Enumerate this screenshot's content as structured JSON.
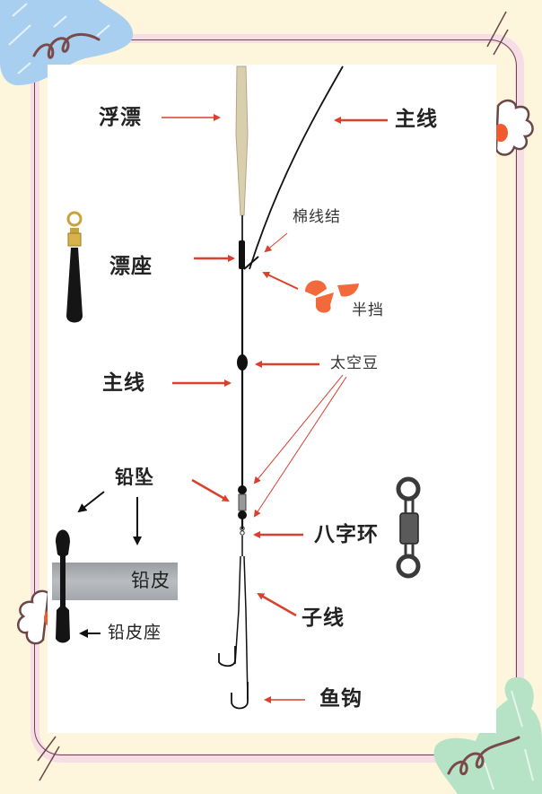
{
  "diagram": {
    "title": "",
    "colors": {
      "background": "#fdf6dc",
      "frame_pink": "#f7dde6",
      "frame_line": "#6b4748",
      "panel": "#ffffff",
      "arrow_red": "#d9412e",
      "arrow_black": "#111111",
      "deco_blue": "#a9cff0",
      "deco_green": "#b6e3c6",
      "deco_orange": "#ef5a2f",
      "float_body": "#d9cfae",
      "bean_orange": "#f26a3c"
    },
    "labels": {
      "float": "浮漂",
      "main_line_top": "主线",
      "cotton_knot": "棉线结",
      "float_seat": "漂座",
      "half_stopper": "半挡",
      "space_bean": "太空豆",
      "main_line_mid": "主线",
      "sinker": "铅坠",
      "lead_sheet": "铅皮",
      "lead_sheet_seat": "铅皮座",
      "swivel": "八字环",
      "sub_line": "子线",
      "hook": "鱼钩"
    },
    "components": [
      {
        "id": "float",
        "label": "浮漂",
        "arrow": "red",
        "direction": "right"
      },
      {
        "id": "main_line_top",
        "label": "主线",
        "arrow": "red",
        "direction": "left"
      },
      {
        "id": "cotton_knot",
        "label": "棉线结",
        "arrow": "red-thin",
        "direction": "down-left"
      },
      {
        "id": "float_seat",
        "label": "漂座",
        "arrow": "red",
        "direction": "right"
      },
      {
        "id": "half_stopper",
        "label": "半挡",
        "arrow": "red",
        "direction": "up-left"
      },
      {
        "id": "space_bean",
        "label": "太空豆",
        "arrow": "red",
        "direction": "left",
        "extra_arrows": 2
      },
      {
        "id": "main_line_mid",
        "label": "主线",
        "arrow": "red",
        "direction": "right"
      },
      {
        "id": "sinker",
        "label": "铅坠",
        "arrow": "red",
        "direction": "down-right"
      },
      {
        "id": "lead_sheet",
        "label": "铅皮",
        "arrow": "black",
        "direction": "down"
      },
      {
        "id": "lead_sheet_seat",
        "label": "铅皮座",
        "arrow": "black",
        "direction": "left"
      },
      {
        "id": "swivel",
        "label": "八字环",
        "arrow": "red",
        "direction": "left"
      },
      {
        "id": "sub_line",
        "label": "子线",
        "arrow": "red",
        "direction": "up-left"
      },
      {
        "id": "hook",
        "label": "鱼钩",
        "arrow": "red",
        "direction": "left"
      }
    ]
  }
}
